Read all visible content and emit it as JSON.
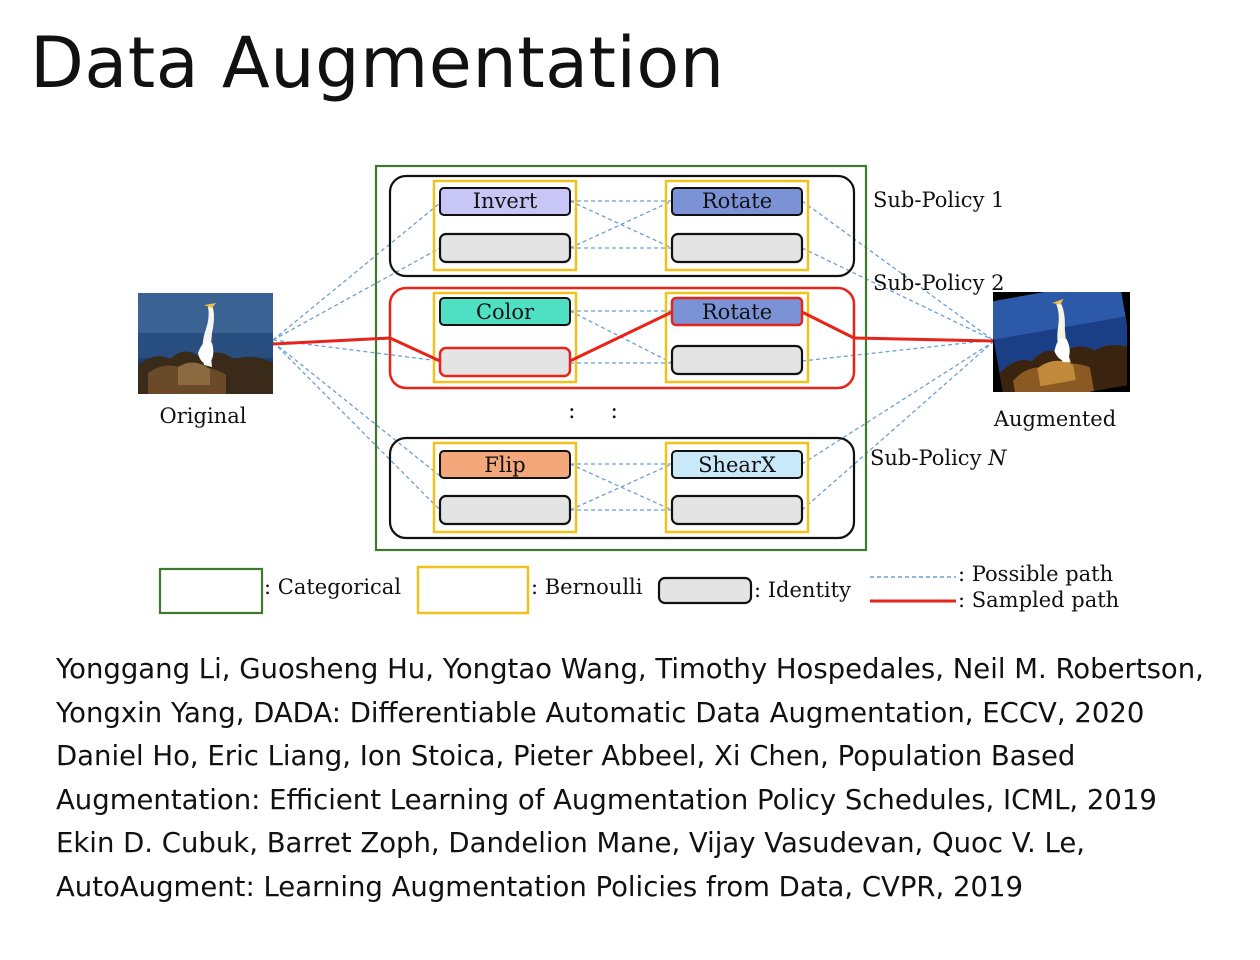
{
  "slide": {
    "title": "Data Augmentation"
  },
  "diagram": {
    "original_label": "Original",
    "augmented_label": "Augmented",
    "dots": ": :",
    "sub_policies": [
      {
        "label": "Sub-Policy 1",
        "ops": [
          {
            "name": "Invert",
            "color": "#c8c6f6"
          },
          {
            "name": "Rotate",
            "color": "#7b93d6"
          }
        ]
      },
      {
        "label": "Sub-Policy 2",
        "ops": [
          {
            "name": "Color",
            "color": "#4fe0c4"
          },
          {
            "name": "Rotate",
            "color": "#7b93d6"
          }
        ]
      },
      {
        "label": "Sub-Policy N",
        "label_prefix": "Sub-Policy ",
        "label_var": "N",
        "ops": [
          {
            "name": "Flip",
            "color": "#f3a77a"
          },
          {
            "name": "ShearX",
            "color": "#c9e9f8"
          }
        ]
      }
    ]
  },
  "legend": {
    "categorical": ": Categorical",
    "bernoulli": ": Bernoulli",
    "identity": ": Identity",
    "possible_path": ": Possible path",
    "sampled_path": ": Sampled path"
  },
  "colors": {
    "categorical_border": "#3e7a2e",
    "bernoulli_border": "#f1c21b",
    "identity_fill": "#e4e4e4",
    "possible_path": "#6aa0d6",
    "sampled_path": "#e8231a"
  },
  "references": [
    "Yonggang Li, Guosheng Hu, Yongtao Wang, Timothy Hospedales, Neil M. Robertson, Yongxin Yang, DADA: Differentiable Automatic Data Augmentation, ECCV, 2020",
    "Daniel Ho, Eric Liang, Ion Stoica, Pieter Abbeel, Xi Chen, Population Based Augmentation: Efficient Learning of Augmentation Policy Schedules, ICML, 2019",
    "Ekin D. Cubuk, Barret Zoph, Dandelion Mane, Vijay Vasudevan, Quoc V. Le, AutoAugment: Learning Augmentation Policies from Data, CVPR, 2019"
  ]
}
